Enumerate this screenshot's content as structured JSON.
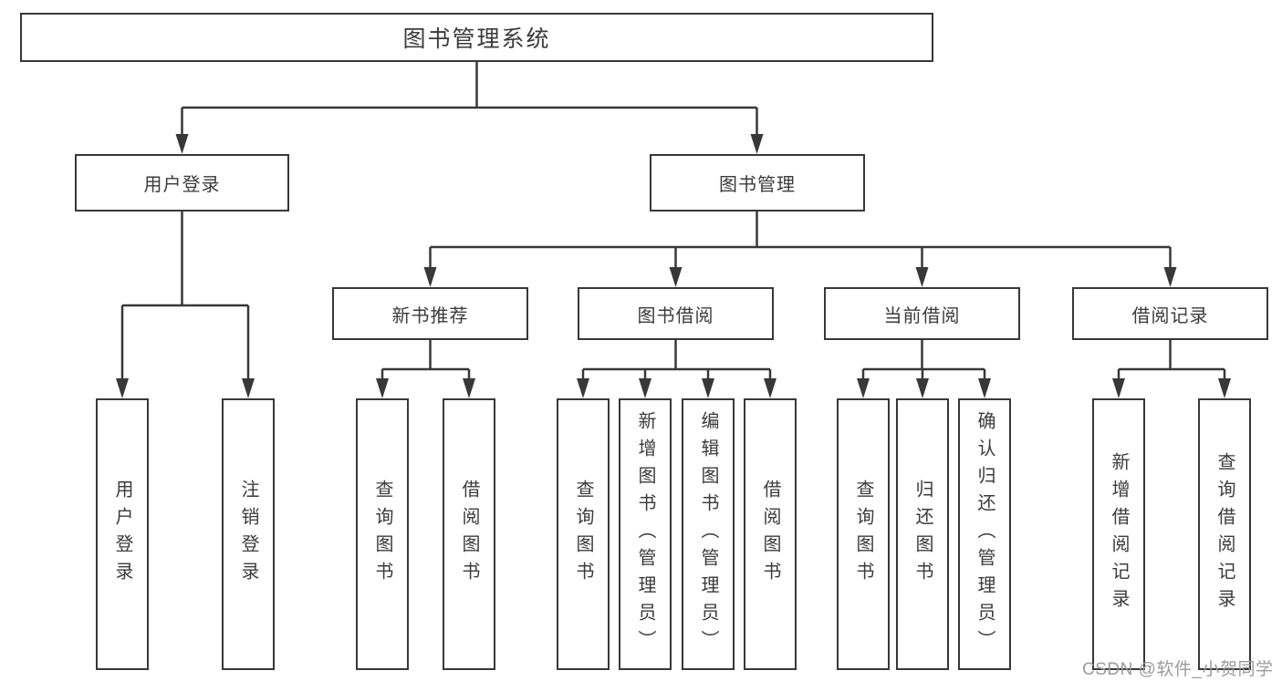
{
  "tree": {
    "root": "图书管理系统",
    "branches": [
      {
        "label": "用户登录",
        "children": [
          "用户登录",
          "注销登录"
        ]
      },
      {
        "label": "图书管理",
        "groups": [
          {
            "label": "新书推荐",
            "children": [
              "查询图书",
              "借阅图书"
            ]
          },
          {
            "label": "图书借阅",
            "children": [
              "查询图书",
              "新增图书（管理员）",
              "编辑图书（管理员）",
              "借阅图书"
            ]
          },
          {
            "label": "当前借阅",
            "children": [
              "查询图书",
              "归还图书",
              "确认归还（管理员）"
            ]
          },
          {
            "label": "借阅记录",
            "children": [
              "新增借阅记录",
              "查询借阅记录"
            ]
          }
        ]
      }
    ]
  },
  "watermark": {
    "text": "CSDN @软件_小贺同学"
  },
  "colors": {
    "line": "#383838",
    "text": "#3b3b3b",
    "watermark": "#9b9b9b",
    "background": "#ffffff"
  }
}
